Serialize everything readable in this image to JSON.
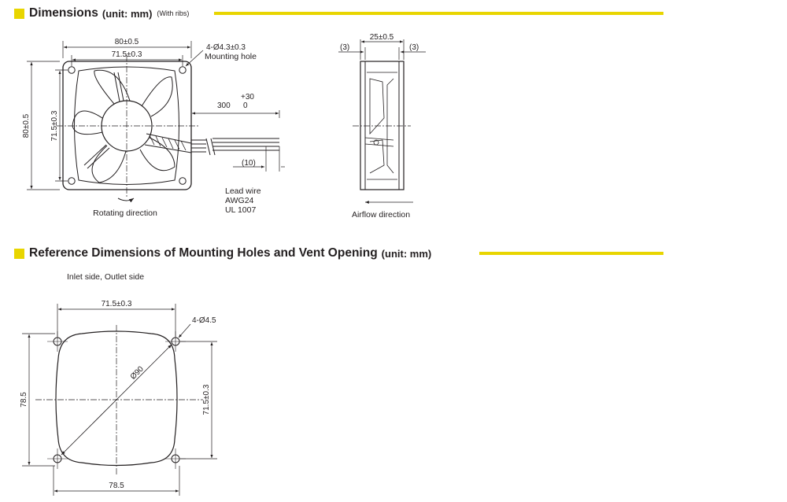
{
  "section1": {
    "title": "Dimensions",
    "unit": "(unit: mm)",
    "note": "(With ribs)"
  },
  "section2": {
    "title": "Reference Dimensions of Mounting Holes and Vent Opening",
    "unit": "(unit: mm)"
  },
  "front_view": {
    "width_outer": "80±0.5",
    "width_holes": "71.5±0.3",
    "height_outer": "80±0.5",
    "height_holes": "71.5±0.3",
    "mounting_hole_spec": "4-Ø4.3±0.3",
    "mounting_hole_label": "Mounting hole",
    "lead_length": "300",
    "lead_tol_plus": "+30",
    "lead_tol_minus": "0",
    "strip_length": "(10)",
    "lead_wire": [
      "Lead wire",
      "AWG24",
      "UL 1007"
    ],
    "rotating_direction": "Rotating direction"
  },
  "side_view": {
    "depth": "25±0.5",
    "rib_left": "(3)",
    "rib_right": "(3)",
    "airflow_direction": "Airflow direction"
  },
  "reference": {
    "subtitle": "Inlet side, Outlet side",
    "hole_pitch_top": "71.5±0.3",
    "hole_spec": "4-Ø4.5",
    "vent_diameter": "Ø90",
    "height_left": "78.5",
    "hole_pitch_right": "71.5±0.3",
    "width_bottom": "78.5"
  },
  "colors": {
    "accent": "#e8d500",
    "line": "#231f20"
  }
}
